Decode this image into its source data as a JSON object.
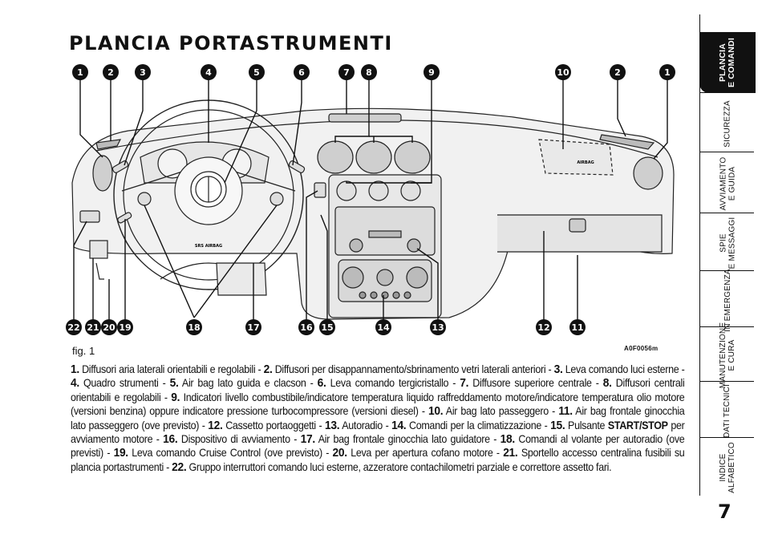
{
  "page_title": "PLANCIA PORTASTRUMENTI",
  "figure": {
    "label": "fig. 1",
    "code": "A0F0056m",
    "callouts_top": [
      "1",
      "2",
      "3",
      "4",
      "5",
      "6",
      "7",
      "8",
      "9",
      "10",
      "2",
      "1"
    ],
    "callouts_bottom": [
      "22",
      "21",
      "20",
      "19",
      "18",
      "17",
      "16",
      "15",
      "14",
      "13",
      "12",
      "11"
    ],
    "badge_text": "SRS AIRBAG",
    "airbag_label": "AIRBAG"
  },
  "legend": [
    {
      "num": "1.",
      "text": "Diffusori aria laterali orientabili e regolabili - "
    },
    {
      "num": "2.",
      "text": "Diffusori per disappannamento/sbrinamento vetri laterali anteriori - "
    },
    {
      "num": "3.",
      "text": "Leva comando luci esterne - "
    },
    {
      "num": "4.",
      "text": "Quadro strumenti - "
    },
    {
      "num": "5.",
      "text": "Air bag lato guida e clacson - "
    },
    {
      "num": "6.",
      "text": "Leva comando tergicristallo - "
    },
    {
      "num": "7.",
      "text": "Diffusore superiore centrale - "
    },
    {
      "num": "8.",
      "text": "Diffusori centrali orientabili e regolabili - "
    },
    {
      "num": "9.",
      "text": "Indicatori livello combustibile/indicatore temperatura liquido raffreddamento motore/indicatore temperatura olio motore (versioni benzina) oppure indicatore pressione turbocompressore (versioni diesel) - "
    },
    {
      "num": "10.",
      "text": "Air bag lato passeggero - "
    },
    {
      "num": "11.",
      "text": "Air bag frontale ginocchia lato passeggero (ove previsto) - "
    },
    {
      "num": "12.",
      "text": "Cassetto portaoggetti - "
    },
    {
      "num": "13.",
      "text": "Autoradio - "
    },
    {
      "num": "14.",
      "text": "Comandi per la climatizzazione - "
    },
    {
      "num": "15.",
      "text": "Pulsante ",
      "strong": "START/STOP",
      "after": " per avviamento motore - "
    },
    {
      "num": "16.",
      "text": "Dispositivo di avviamento - "
    },
    {
      "num": "17.",
      "text": "Air bag frontale ginocchia lato guidatore - "
    },
    {
      "num": "18.",
      "text": "Comandi al volante per autoradio (ove previsti) - "
    },
    {
      "num": "19.",
      "text": "Leva comando Cruise Control (ove previsto) - "
    },
    {
      "num": "20.",
      "text": "Leva per apertura cofano motore - "
    },
    {
      "num": "21.",
      "text": "Sportello accesso centralina fusibili su plancia portastrumenti - "
    },
    {
      "num": "22.",
      "text": "Gruppo interruttori comando luci esterne, azzeratore contachilometri parziale e correttore assetto fari."
    }
  ],
  "sidebar": {
    "tabs": [
      {
        "label": "PLANCIA\nE COMANDI",
        "active": true
      },
      {
        "label": "SICUREZZA",
        "active": false
      },
      {
        "label": "AVVIAMENTO\nE GUIDA",
        "active": false
      },
      {
        "label": "SPIE\nE MESSAGGI",
        "active": false
      },
      {
        "label": "IN EMERGENZA",
        "active": false
      },
      {
        "label": "MANUTENZIONE\nE CURA",
        "active": false
      },
      {
        "label": "DATI TECNICI",
        "active": false
      },
      {
        "label": "INDICE\nALFABETICO",
        "active": false
      }
    ]
  },
  "page_number": "7"
}
